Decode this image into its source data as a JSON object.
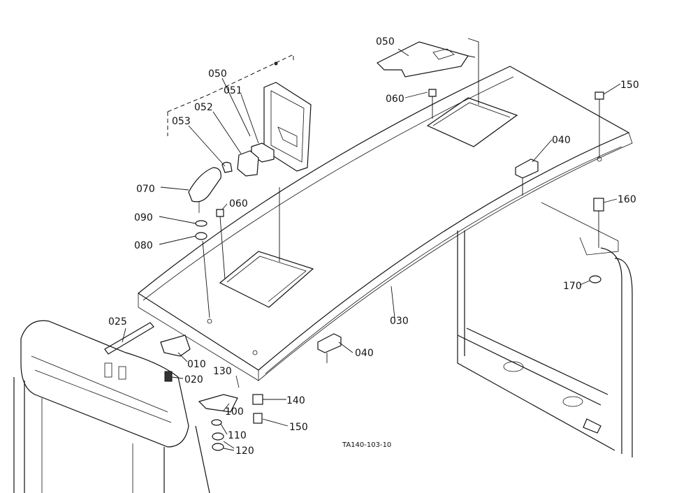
{
  "labels": {
    "l050a": "050",
    "l050b": "050",
    "l051": "051",
    "l052": "052",
    "l053": "053",
    "l060a": "060",
    "l060b": "060",
    "l070": "070",
    "l090": "090",
    "l080": "080",
    "l040a": "040",
    "l040b": "040",
    "l150a": "150",
    "l150b": "150",
    "l160": "160",
    "l170": "170",
    "l030": "030",
    "l025": "025",
    "l010": "010",
    "l020": "020",
    "l130": "130",
    "l100": "100",
    "l140": "140",
    "l110": "110",
    "l120": "120"
  },
  "drawing_code": "TA140-103-10"
}
